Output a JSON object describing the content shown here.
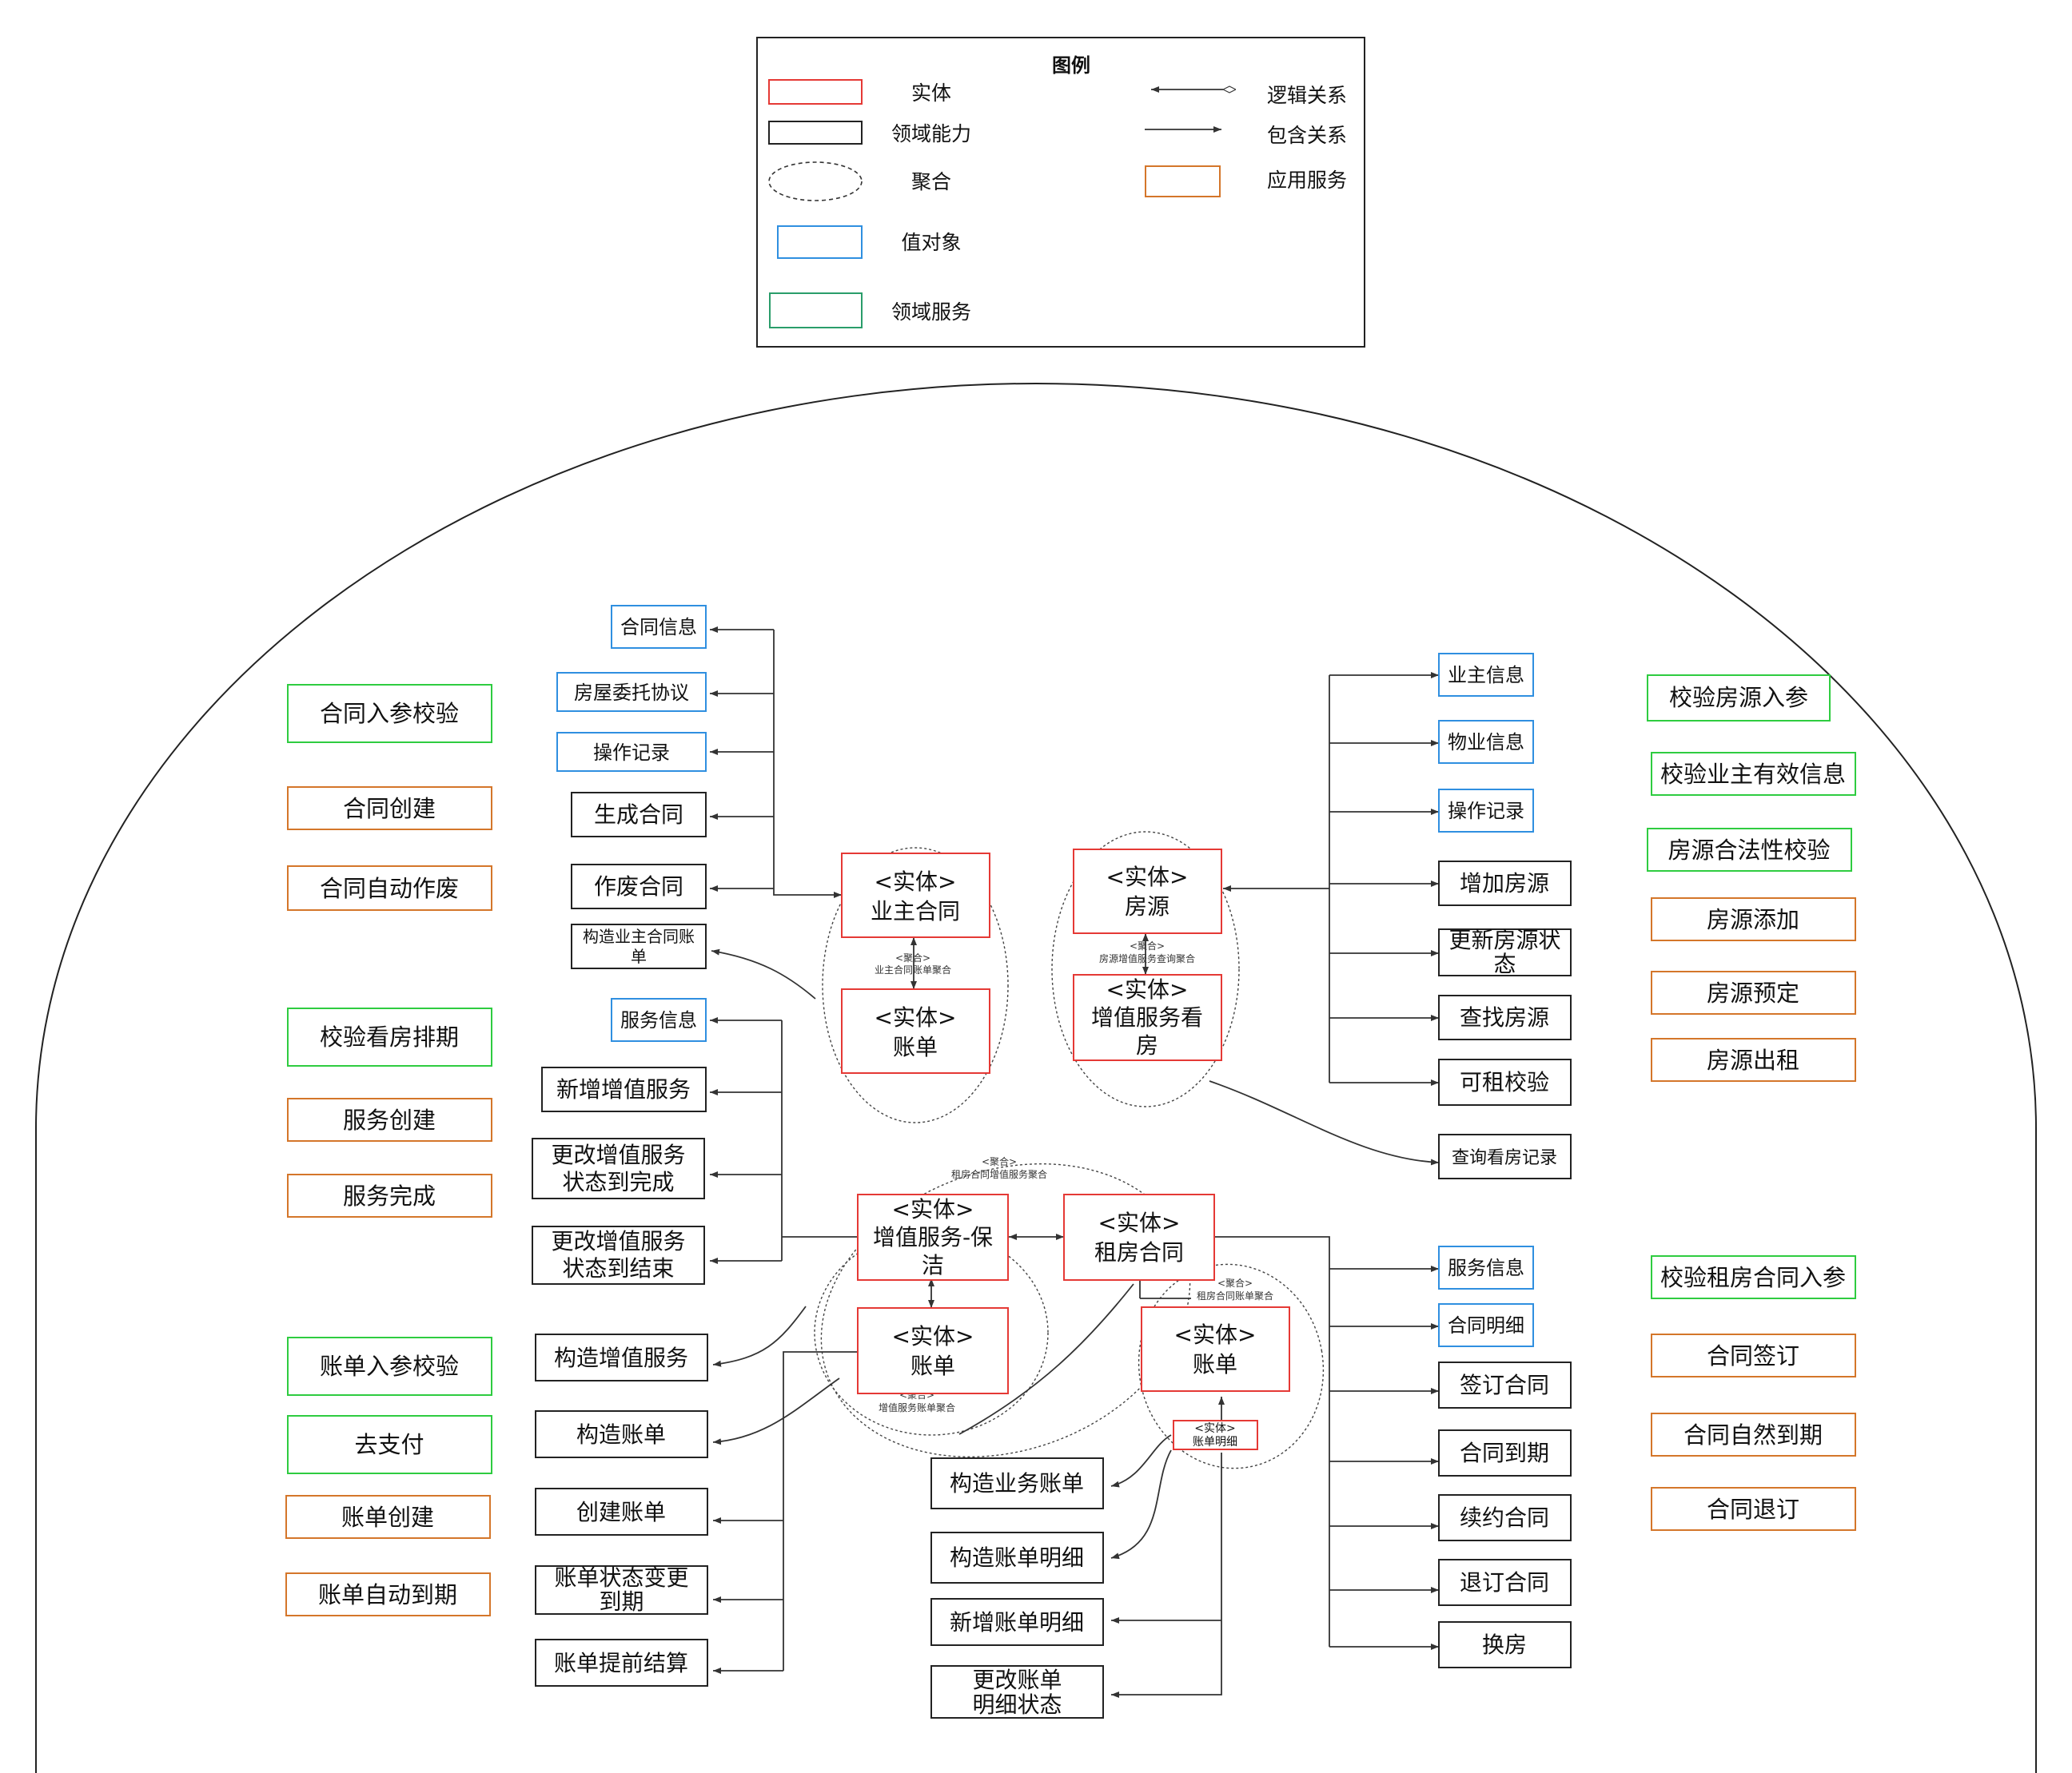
{
  "legend": {
    "title": "图例",
    "entity": "实体",
    "capability": "领域能力",
    "aggregate": "聚合",
    "value_object": "值对象",
    "domain_service": "领域服务",
    "logic_relation": "逻辑关系",
    "contain_relation": "包含关系",
    "app_service": "应用服务"
  },
  "colors": {
    "entity": "#e53935",
    "capability": "#222222",
    "value_object": "#2f8fe0",
    "domain_service": "#2ecc40",
    "app_service": "#d4762a",
    "line": "#333333"
  },
  "left_services": {
    "contract_param_check": "合同入参校验",
    "contract_create": "合同创建",
    "contract_auto_void": "合同自动作废",
    "viewing_schedule_check": "校验看房排期",
    "service_create": "服务创建",
    "service_complete": "服务完成",
    "bill_param_check": "账单入参校验",
    "go_pay": "去支付",
    "bill_create": "账单创建",
    "bill_auto_expire": "账单自动到期"
  },
  "right_services": {
    "house_param_check": "校验房源入参",
    "owner_valid_check": "校验业主有效信息",
    "house_legal_check": "房源合法性校验",
    "house_add": "房源添加",
    "house_reserve": "房源预定",
    "house_rent": "房源出租",
    "rent_contract_param_check": "校验租房合同入参",
    "contract_sign": "合同签订",
    "contract_natural_expire": "合同自然到期",
    "contract_cancel": "合同退订"
  },
  "owner_contract": {
    "vo_contract_info": "合同信息",
    "vo_entrust": "房屋委托协议",
    "vo_operation_log": "操作记录",
    "cap_generate": "生成合同",
    "cap_void": "作废合同",
    "cap_build_bill": "构造业主合同账单"
  },
  "vas": {
    "vo_service_info": "服务信息",
    "cap_add": "新增增值服务",
    "cap_to_complete": "更改增值服务状态到完成",
    "cap_to_end": "更改增值服务状态到结束",
    "cap_build_service": "构造增值服务"
  },
  "bill": {
    "cap_build_bill": "构造账单",
    "cap_create_bill": "创建账单",
    "cap_status_expire": "账单状态变更到期",
    "cap_early_settle": "账单提前结算",
    "cap_build_biz_bill": "构造业务账单",
    "cap_build_detail": "构造账单明细",
    "cap_add_detail": "新增账单明细",
    "cap_change_detail": "更改账单明细状态"
  },
  "house": {
    "vo_owner_info": "业主信息",
    "vo_property_info": "物业信息",
    "vo_operation_log": "操作记录",
    "cap_add": "增加房源",
    "cap_update_status": "更新房源状态",
    "cap_find": "查找房源",
    "cap_rentable_check": "可租校验",
    "cap_viewing_records": "查询看房记录"
  },
  "rent_contract": {
    "vo_service_info": "服务信息",
    "vo_contract_detail": "合同明细",
    "cap_sign": "签订合同",
    "cap_expire": "合同到期",
    "cap_renew": "续约合同",
    "cap_cancel": "退订合同",
    "cap_change_room": "换房"
  },
  "entities": {
    "owner_contract_1": "<实体>",
    "owner_contract_2": "业主合同",
    "owner_bill_1": "<实体>",
    "owner_bill_2": "账单",
    "house_1": "<实体>",
    "house_2": "房源",
    "vas_view_1": "<实体>",
    "vas_view_2": "增值服务看",
    "vas_view_3": "房",
    "vas_clean_1": "<实体>",
    "vas_clean_2": "增值服务-保",
    "vas_clean_3": "洁",
    "vas_bill_1": "<实体>",
    "vas_bill_2": "账单",
    "rent_contract_1": "<实体>",
    "rent_contract_2": "租房合同",
    "rent_bill_1": "<实体>",
    "rent_bill_2": "账单",
    "bill_detail_1": "<实体>",
    "bill_detail_2": "账单明细"
  },
  "aggregates": {
    "owner_agg_1": "<聚合>",
    "owner_agg_2": "业主合同账单聚合",
    "house_agg_1": "<聚合>",
    "house_agg_2": "房源增值服务查询聚合",
    "rent_vas_agg_1": "<聚合>",
    "rent_vas_agg_2": "租房合同增值服务聚合",
    "vas_bill_agg_1": "<聚合>",
    "vas_bill_agg_2": "增值服务账单聚合",
    "rent_bill_agg_1": "<聚合>",
    "rent_bill_agg_2": "租房合同账单聚合"
  }
}
